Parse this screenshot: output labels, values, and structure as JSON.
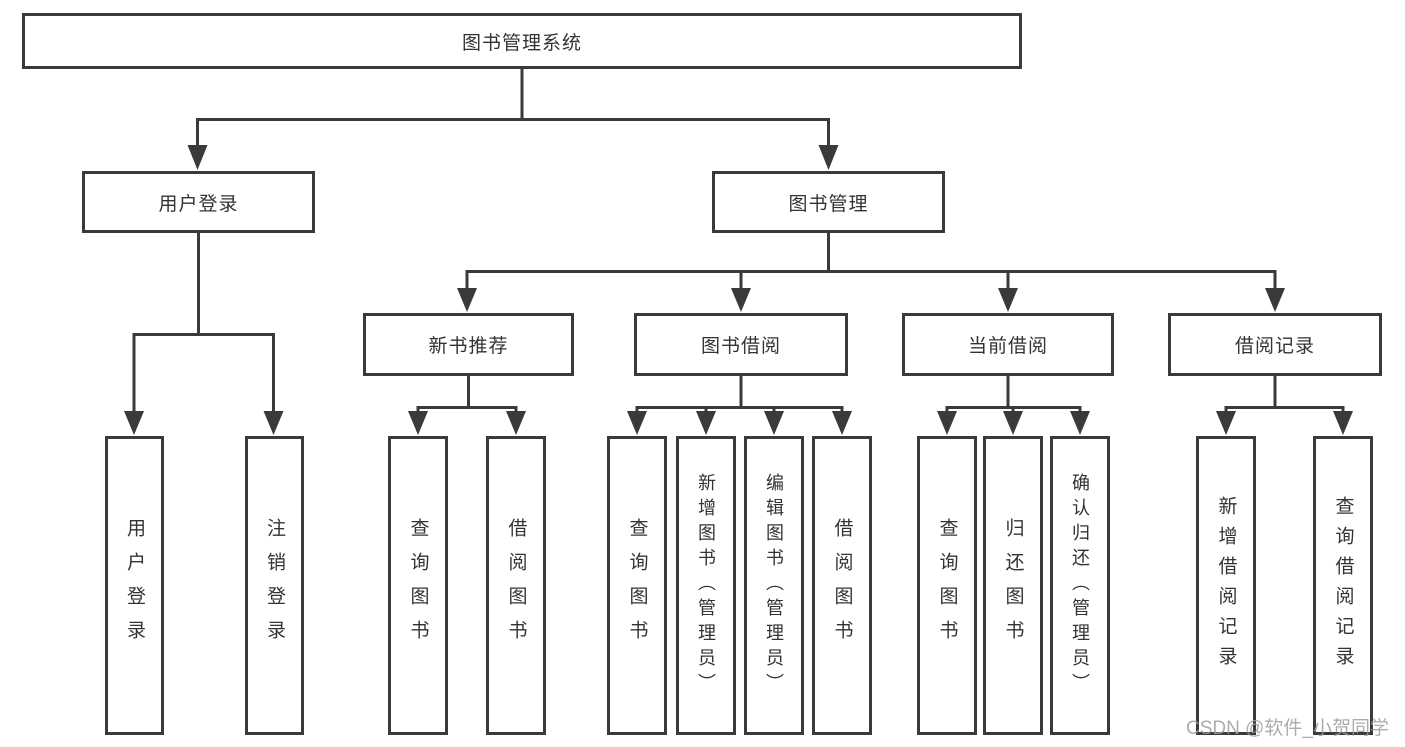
{
  "diagram": {
    "root": "图书管理系统",
    "branches": [
      {
        "label": "用户登录",
        "leaves": [
          "用户登录",
          "注销登录"
        ]
      },
      {
        "label": "图书管理",
        "groups": [
          {
            "label": "新书推荐",
            "leaves": [
              "查询图书",
              "借阅图书"
            ]
          },
          {
            "label": "图书借阅",
            "leaves": [
              "查询图书",
              "新增图书（管理员）",
              "编辑图书（管理员）",
              "借阅图书"
            ]
          },
          {
            "label": "当前借阅",
            "leaves": [
              "查询图书",
              "归还图书",
              "确认归还（管理员）"
            ]
          },
          {
            "label": "借阅记录",
            "leaves": [
              "新增借阅记录",
              "查询借阅记录"
            ]
          }
        ]
      }
    ]
  },
  "watermark": "CSDN @软件_小贺同学",
  "colors": {
    "line": "#3a3a3a",
    "text": "#333333",
    "watermark": "#9e9e9e",
    "background": "#ffffff"
  }
}
